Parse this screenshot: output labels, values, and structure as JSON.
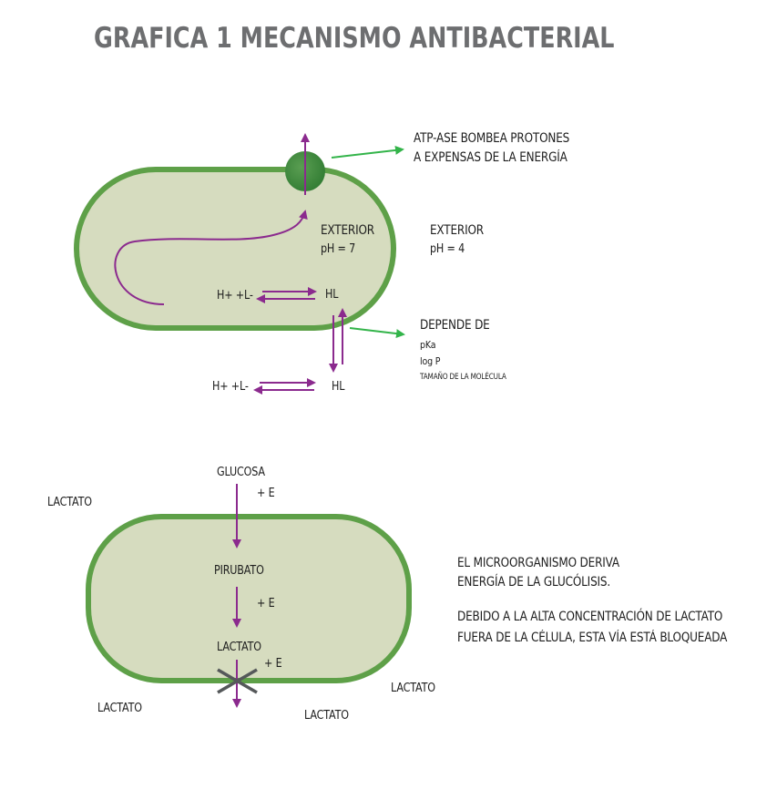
{
  "title": "GRAFICA 1  MECANISMO ANTIBACTERIAL",
  "colors": {
    "cell_fill": "#d6dcbf",
    "cell_border": "#5ea048",
    "pump": "#3f8a3c",
    "arrow_purple": "#8b2a8e",
    "arrow_green": "#33b44a",
    "cross": "#55585a",
    "title_gray": "#6d6e70"
  },
  "diagram1": {
    "atpase_line1": "ATP-ASE BOMBEA PROTONES",
    "atpase_line2": "A EXPENSAS DE LA ENERGÍA",
    "inside_label": "EXTERIOR",
    "inside_ph": "pH = 7",
    "outside_label": "EXTERIOR",
    "outside_ph": "pH = 4",
    "inside_ions": "H+  +L-",
    "inside_hl": "HL",
    "depende": "DEPENDE DE",
    "pka": "pKa",
    "logp": "log P",
    "tamano": "TAMAÑO DE LA MOLÉCULA",
    "outside_ions": "H+  +L-",
    "outside_hl": "HL"
  },
  "diagram2": {
    "glucosa": "GLUCOSA",
    "plus_e_1": "+ E",
    "lactato_top_left": "LACTATO",
    "pirubato": "PIRUBATO",
    "plus_e_2": "+ E",
    "lactato_inner": "LACTATO",
    "plus_e_3": "+ E",
    "lactato_right": "LACTATO",
    "lactato_bottom_left": "LACTATO",
    "lactato_bottom_center": "LACTATO",
    "note_line1": "EL MICROORGANISMO DERIVA",
    "note_line2": "ENERGÍA DE LA GLUCÓLISIS.",
    "note_line3": "DEBIDO A LA ALTA CONCENTRACIÓN DE LACTATO",
    "note_line4": "FUERA DE LA CÉLULA, ESTA VÍA ESTÁ BLOQUEADA"
  }
}
